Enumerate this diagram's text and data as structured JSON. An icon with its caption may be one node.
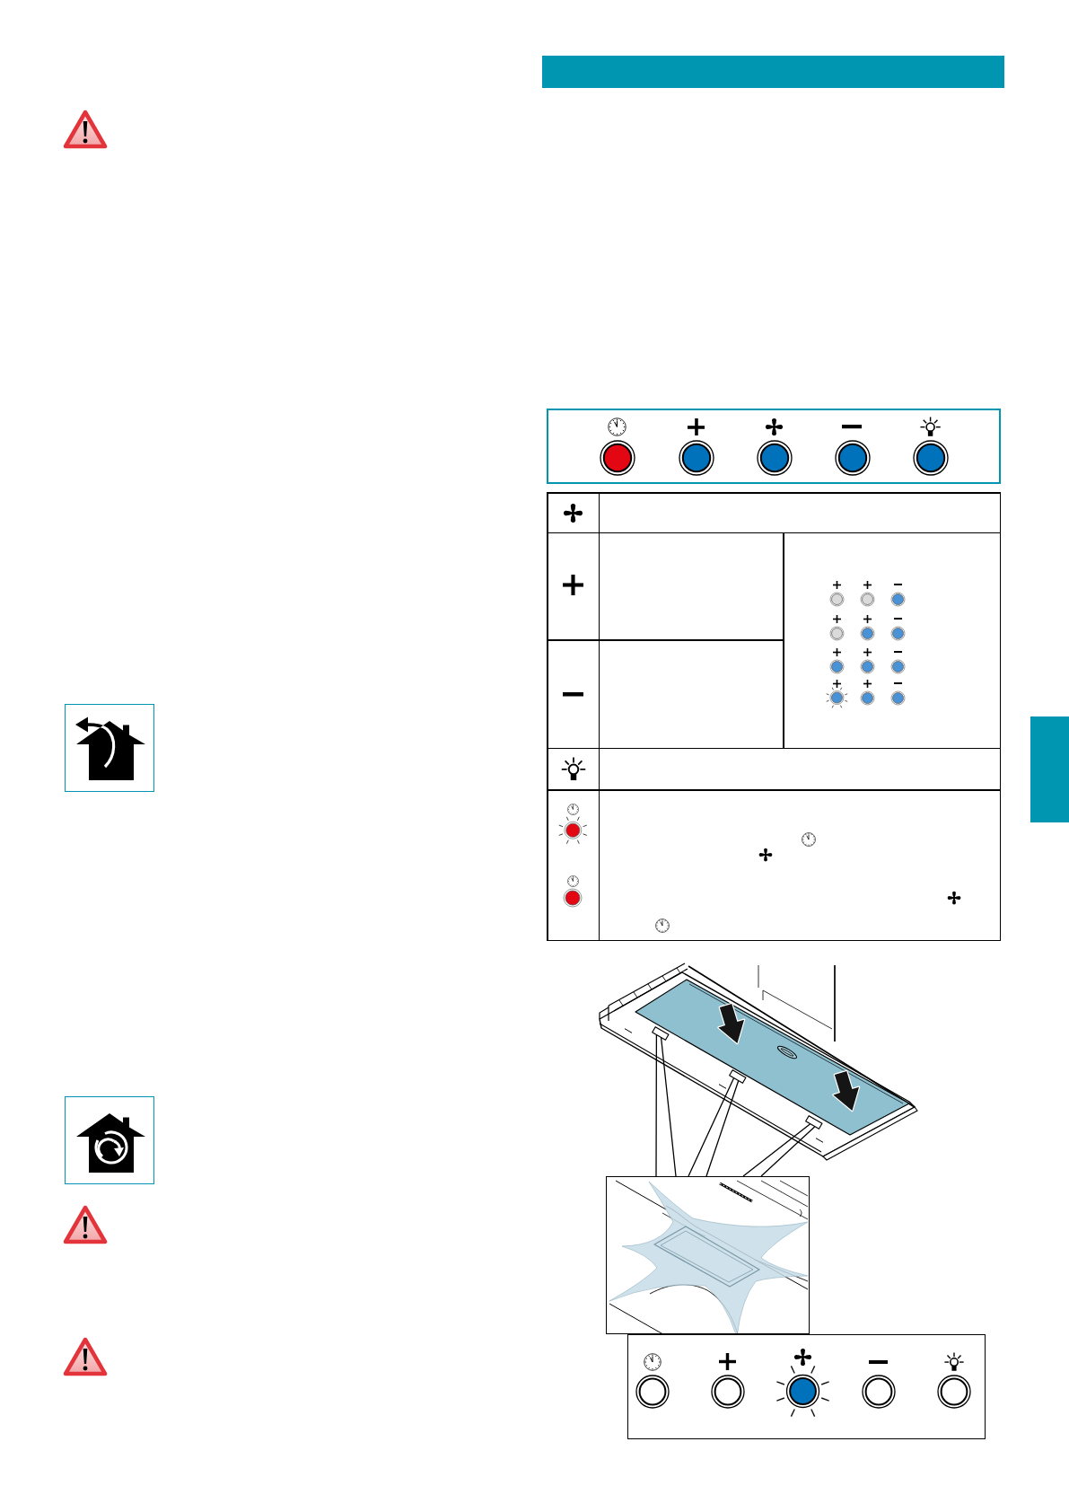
{
  "diagram": {
    "nodes": [
      {
        "text": [],
        "shape": "box"
      },
      {
        "text": [],
        "shape": "box"
      },
      {
        "text": [],
        "shape": "box"
      },
      {
        "text": [],
        "shape": "box"
      },
      {
        "text": [],
        "shape": "picture"
      }
    ],
    "edges": [
      {
        "from": 4,
        "to": 1,
        "arrow": "none"
      },
      {
        "from": 4,
        "to": 2,
        "arrow": "none"
      },
      {
        "from": 4,
        "to": 3,
        "arrow": "none"
      }
    ]
  }
}
